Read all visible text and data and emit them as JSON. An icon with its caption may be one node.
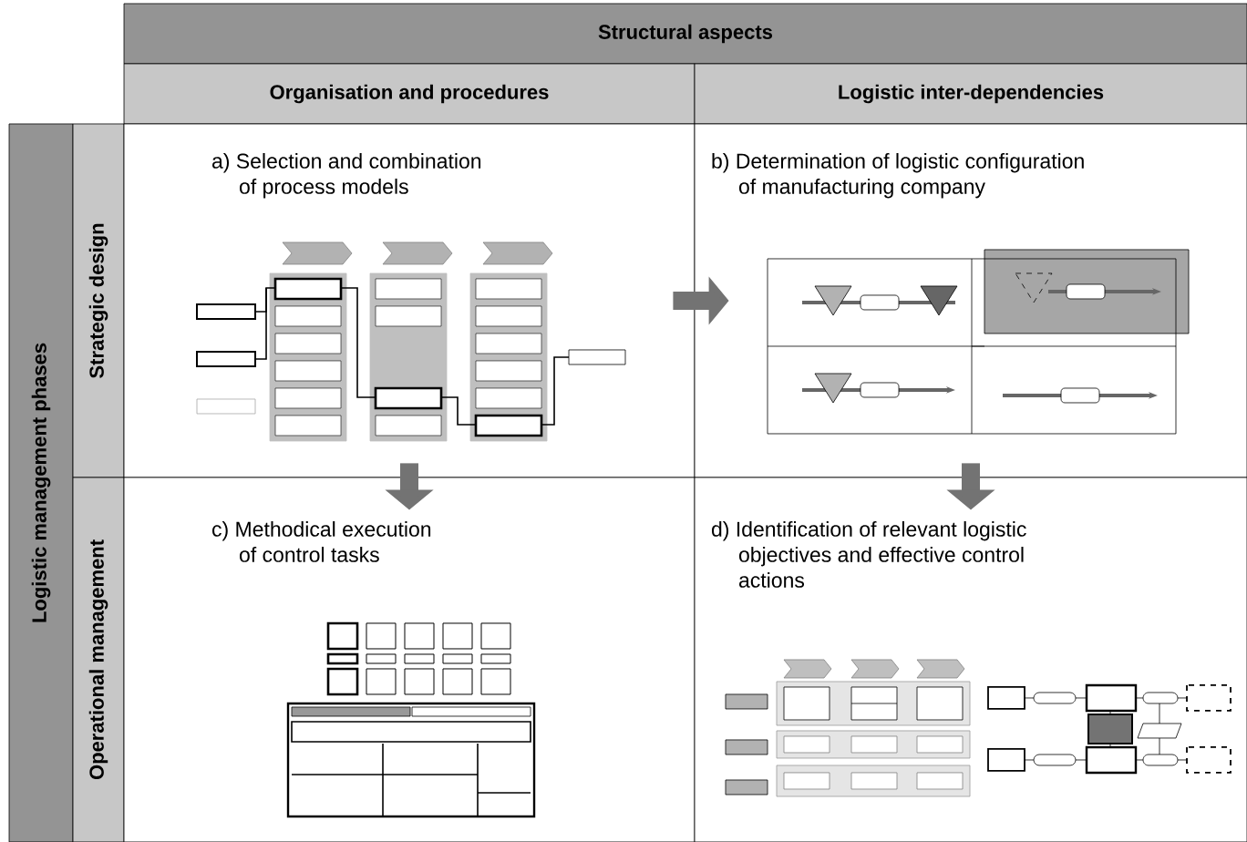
{
  "diagram": {
    "nodes": [
      {
        "text": [
          "Structural aspects"
        ]
      },
      {
        "text": [
          "Organisation and procedures"
        ]
      },
      {
        "text": [
          "Logistic inter-dependencies"
        ]
      },
      {
        "text": [
          "Logistic management phases"
        ]
      },
      {
        "text": [
          "Strategic design"
        ]
      },
      {
        "text": [
          "Operational management"
        ]
      },
      {
        "text": [
          "a)  Selection and combination of process models"
        ]
      },
      {
        "text": [
          "b)  Determination of logistic configuration of manufacturing company"
        ]
      },
      {
        "text": [
          "c)  Methodical execution of control tasks"
        ]
      },
      {
        "text": [
          "d)  Identification of relevant logistic objectives and effective control actions"
        ]
      }
    ],
    "edges": [
      {
        "from": 6,
        "to": 7,
        "arrow": "to"
      },
      {
        "from": 6,
        "to": 8,
        "arrow": "to"
      },
      {
        "from": 7,
        "to": 9,
        "arrow": "to"
      }
    ]
  }
}
